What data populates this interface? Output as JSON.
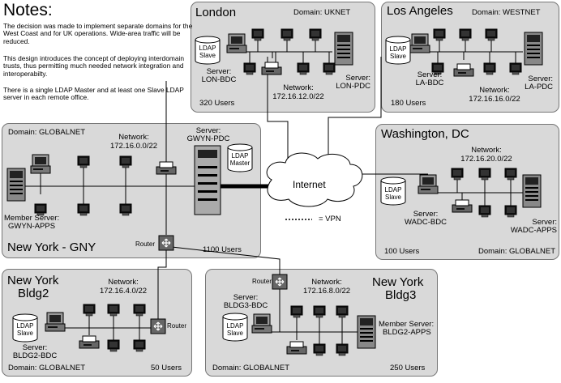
{
  "notes": {
    "title": "Notes:",
    "p1": "The decision was made to implement separate domains for the West Coast and for UK operations. Wide-area traffic will be reduced.",
    "p2": "This design introduces the concept of deploying interdomain trusts, thus permitting much needed network integration and interoperabilty.",
    "p3": "There is a single LDAP Master and at least one Slave LDAP server in each remote office."
  },
  "london": {
    "title": "London",
    "domain": "Domain: UKNET",
    "ldap": [
      "LDAP",
      "Slave"
    ],
    "server_left": [
      "Server:",
      "LON-BDC"
    ],
    "network": [
      "Network:",
      "172.16.12.0/22"
    ],
    "server_right": [
      "Server:",
      "LON-PDC"
    ],
    "users": "320 Users"
  },
  "la": {
    "title": "Los Angeles",
    "domain": "Domain: WESTNET",
    "ldap": [
      "LDAP",
      "Slave"
    ],
    "server_left": [
      "Server:",
      "LA-BDC"
    ],
    "network": [
      "Network:",
      "172.16.16.0/22"
    ],
    "server_right": [
      "Server:",
      "LA-PDC"
    ],
    "users": "180 Users"
  },
  "ny": {
    "domain": "Domain: GLOBALNET",
    "network": [
      "Network:",
      "172.16.0.0/22"
    ],
    "server": [
      "Server:",
      "GWYN-PDC"
    ],
    "ldap": [
      "LDAP",
      "Master"
    ],
    "member": [
      "Member Server:",
      "GWYN-APPS"
    ],
    "title": "New York - GNY",
    "router": "Router",
    "users": "1100 Users"
  },
  "internet": {
    "label": "Internet",
    "vpn": "= VPN"
  },
  "dc": {
    "title": "Washington, DC",
    "network": [
      "Network:",
      "172.16.20.0/22"
    ],
    "ldap": [
      "LDAP",
      "Slave"
    ],
    "server_left": [
      "Server:",
      "WADC-BDC"
    ],
    "server_right": [
      "Server:",
      "WADC-APPS"
    ],
    "users": "100 Users",
    "domain": "Domain: GLOBALNET"
  },
  "b2": {
    "title": [
      "New York",
      "Bldg2"
    ],
    "network": [
      "Network:",
      "172.16.4.0/22"
    ],
    "ldap": [
      "LDAP",
      "Slave"
    ],
    "server": [
      "Server:",
      "BLDG2-BDC"
    ],
    "router": "Router",
    "domain": "Domain: GLOBALNET",
    "users": "50 Users"
  },
  "b3": {
    "router": "Router",
    "network": [
      "Network:",
      "172.16.8.0/22"
    ],
    "title": [
      "New York",
      "Bldg3"
    ],
    "server": [
      "Server:",
      "BLDG3-BDC"
    ],
    "ldap": [
      "LDAP",
      "Slave"
    ],
    "member": [
      "Member Server:",
      "BLDG2-APPS"
    ],
    "domain": "Domain: GLOBALNET",
    "users": "250 Users"
  }
}
